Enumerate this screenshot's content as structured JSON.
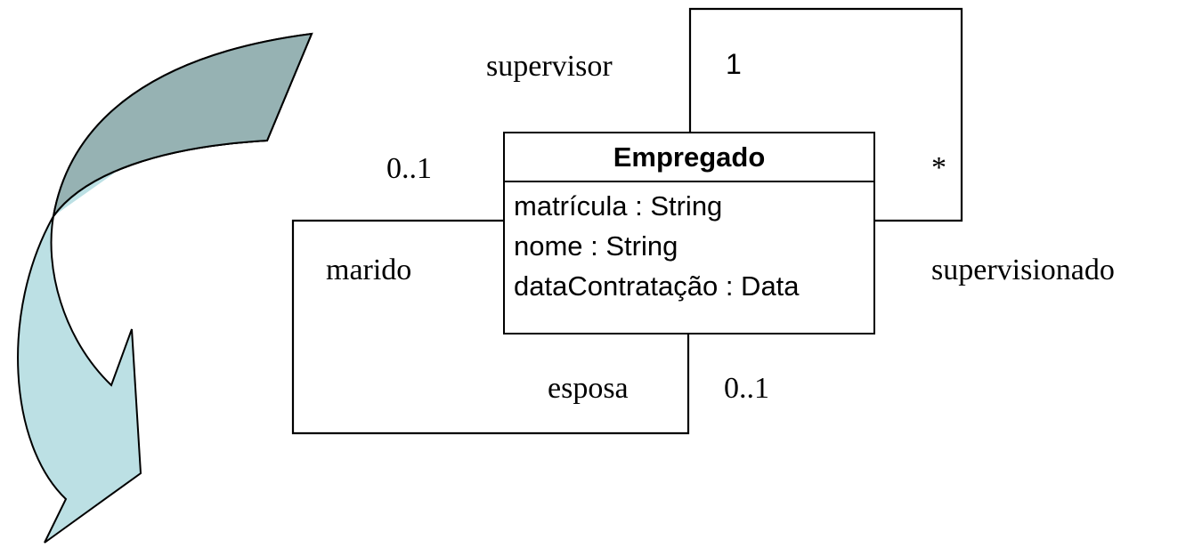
{
  "diagram": {
    "class": {
      "name": "Empregado",
      "attributes": [
        "matrícula : String",
        "nome : String",
        "dataContratação : Data"
      ]
    },
    "supervision_association": {
      "role_supervisor": "supervisor",
      "multiplicity_supervisor": "1",
      "role_supervisionado": "supervisionado",
      "multiplicity_supervisionado": "*"
    },
    "marriage_association": {
      "role_marido": "marido",
      "multiplicity_marido": "0..1",
      "role_esposa": "esposa",
      "multiplicity_esposa": "0..1"
    },
    "arrow": {
      "fill_top": "#96B2B3",
      "fill_bottom": "#BCE0E4",
      "stroke": "#000000"
    }
  }
}
